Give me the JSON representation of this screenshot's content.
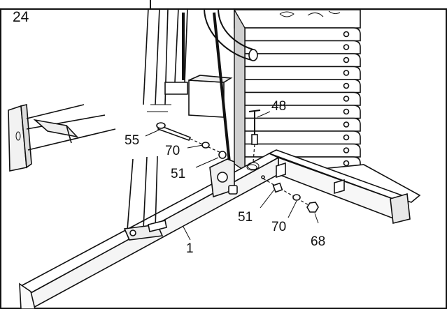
{
  "step_number": "24",
  "parts": [
    {
      "number": "55"
    },
    {
      "number": "70"
    },
    {
      "number": "51"
    },
    {
      "number": "48"
    },
    {
      "number": "51"
    },
    {
      "number": "70"
    },
    {
      "number": "68"
    },
    {
      "number": "1"
    }
  ]
}
